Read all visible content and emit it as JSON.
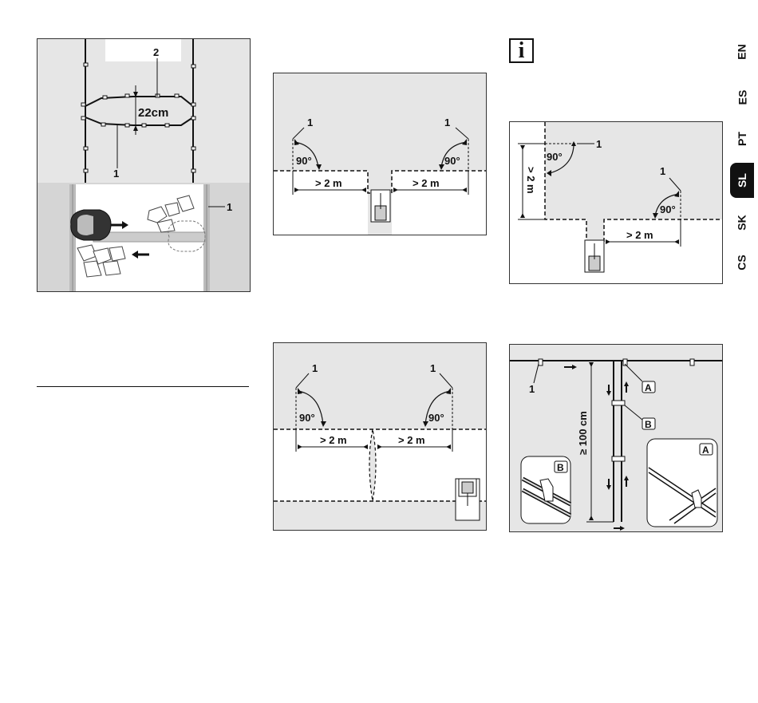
{
  "language_tabs": [
    {
      "code": "EN",
      "active": false
    },
    {
      "code": "ES",
      "active": false
    },
    {
      "code": "PT",
      "active": false
    },
    {
      "code": "SL",
      "active": true
    },
    {
      "code": "SK",
      "active": false
    },
    {
      "code": "CS",
      "active": false
    }
  ],
  "info_icon": {
    "glyph": "i",
    "name": "info-icon"
  },
  "fig_wire_spacing": {
    "label_top": "2",
    "label_bottom": "1",
    "distance": "22cm",
    "label_side": "1"
  },
  "fig_station_center": {
    "label_left": "1",
    "label_right": "1",
    "angle_left": "90°",
    "angle_right": "90°",
    "dist_left": "> 2 m",
    "dist_right": "> 2 m"
  },
  "fig_station_corner": {
    "label_top": "1",
    "label_right": "1",
    "angle_top": "90°",
    "angle_right": "90°",
    "dist_vertical": "> 2 m",
    "dist_horizontal": "> 2 m"
  },
  "fig_passage": {
    "label_left": "1",
    "label_right": "1",
    "angle_left": "90°",
    "angle_right": "90°",
    "dist_left": "> 2 m",
    "dist_right": "> 2 m"
  },
  "fig_guide_wire": {
    "label_1": "1",
    "label_a": "A",
    "label_b": "B",
    "distance": "≥ 100 cm",
    "detail_a": "A",
    "detail_b": "B"
  }
}
